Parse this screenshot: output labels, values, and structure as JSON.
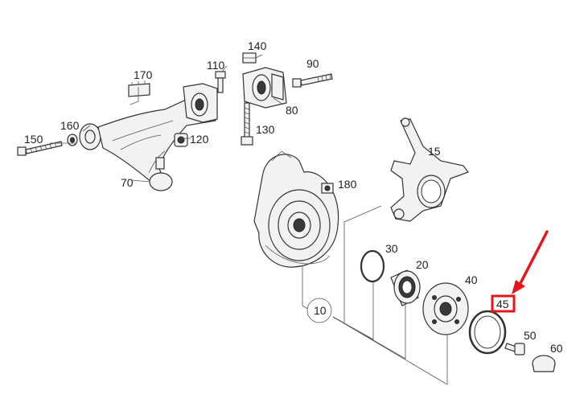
{
  "diagram": {
    "callouts": {
      "c10": "10",
      "c15": "15",
      "c20": "20",
      "c30": "30",
      "c40": "40",
      "c45": "45",
      "c50": "50",
      "c60": "60",
      "c70": "70",
      "c80": "80",
      "c90": "90",
      "c110": "110",
      "c120": "120",
      "c130": "130",
      "c140": "140",
      "c150": "150",
      "c160": "160",
      "c170": "170",
      "c180": "180"
    },
    "highlight": {
      "callout": "45",
      "color": "#e8141c"
    },
    "arrow_color": "#e8141c"
  }
}
